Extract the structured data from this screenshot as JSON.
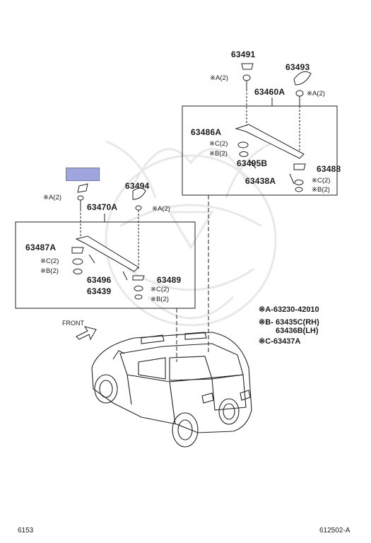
{
  "labels": {
    "p63491": "63491",
    "p63493": "63493",
    "p63460A": "63460A",
    "p63486A": "63486A",
    "p63495B": "63495B",
    "p63488": "63488",
    "p63438A": "63438A",
    "p63494": "63494",
    "p63470A": "63470A",
    "p63487A": "63487A",
    "p63496": "63496",
    "p63439": "63439",
    "p63489": "63489"
  },
  "fasteners": {
    "a2_top": "※A(2)",
    "a2_right": "※A(2)",
    "a2_left": "※A(2)",
    "a2_mid": "※A(2)",
    "c2_right": "※C(2)",
    "b2_right": "※B(2)",
    "c2_right_low": "※C(2)",
    "b2_right_low": "※B(2)",
    "c2_left": "※C(2)",
    "b2_left": "※B(2)",
    "c2_left_low": "※C(2)",
    "b2_left_low": "※B(2)"
  },
  "legend": {
    "a_key": "※A-",
    "a_val": "63230-42010",
    "b_key": "※B-",
    "b_val1": "63435C(RH)",
    "b_val2": "63436B(LH)",
    "c_key": "※C-",
    "c_val": "63437A"
  },
  "front_label": "FRONT",
  "footer": {
    "left": "6153",
    "right": "612502-A"
  }
}
